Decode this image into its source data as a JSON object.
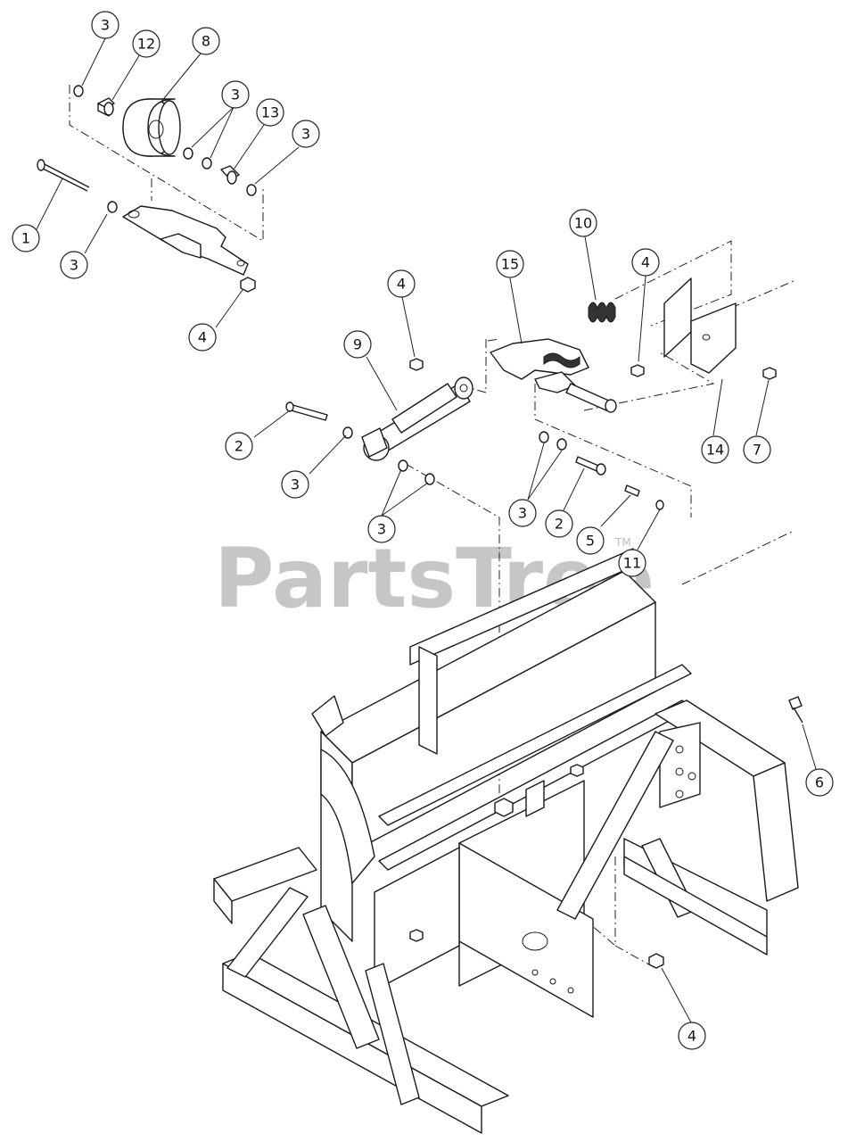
{
  "watermark": {
    "text": "PartsTree",
    "trademark": "TM"
  },
  "callouts": [
    {
      "id": "c1",
      "label": "3"
    },
    {
      "id": "c2",
      "label": "12"
    },
    {
      "id": "c3",
      "label": "8"
    },
    {
      "id": "c4",
      "label": "3"
    },
    {
      "id": "c5",
      "label": "13"
    },
    {
      "id": "c6",
      "label": "3"
    },
    {
      "id": "c7",
      "label": "1"
    },
    {
      "id": "c8",
      "label": "3"
    },
    {
      "id": "c9",
      "label": "4"
    },
    {
      "id": "c10",
      "label": "10"
    },
    {
      "id": "c11",
      "label": "15"
    },
    {
      "id": "c12",
      "label": "4"
    },
    {
      "id": "c13",
      "label": "4"
    },
    {
      "id": "c14",
      "label": "9"
    },
    {
      "id": "c15",
      "label": "2"
    },
    {
      "id": "c16",
      "label": "3"
    },
    {
      "id": "c17",
      "label": "3"
    },
    {
      "id": "c18",
      "label": "3"
    },
    {
      "id": "c19",
      "label": "2"
    },
    {
      "id": "c20",
      "label": "14"
    },
    {
      "id": "c21",
      "label": "7"
    },
    {
      "id": "c22",
      "label": "5"
    },
    {
      "id": "c23",
      "label": "11"
    },
    {
      "id": "c24",
      "label": "6"
    },
    {
      "id": "c25",
      "label": "4"
    }
  ]
}
